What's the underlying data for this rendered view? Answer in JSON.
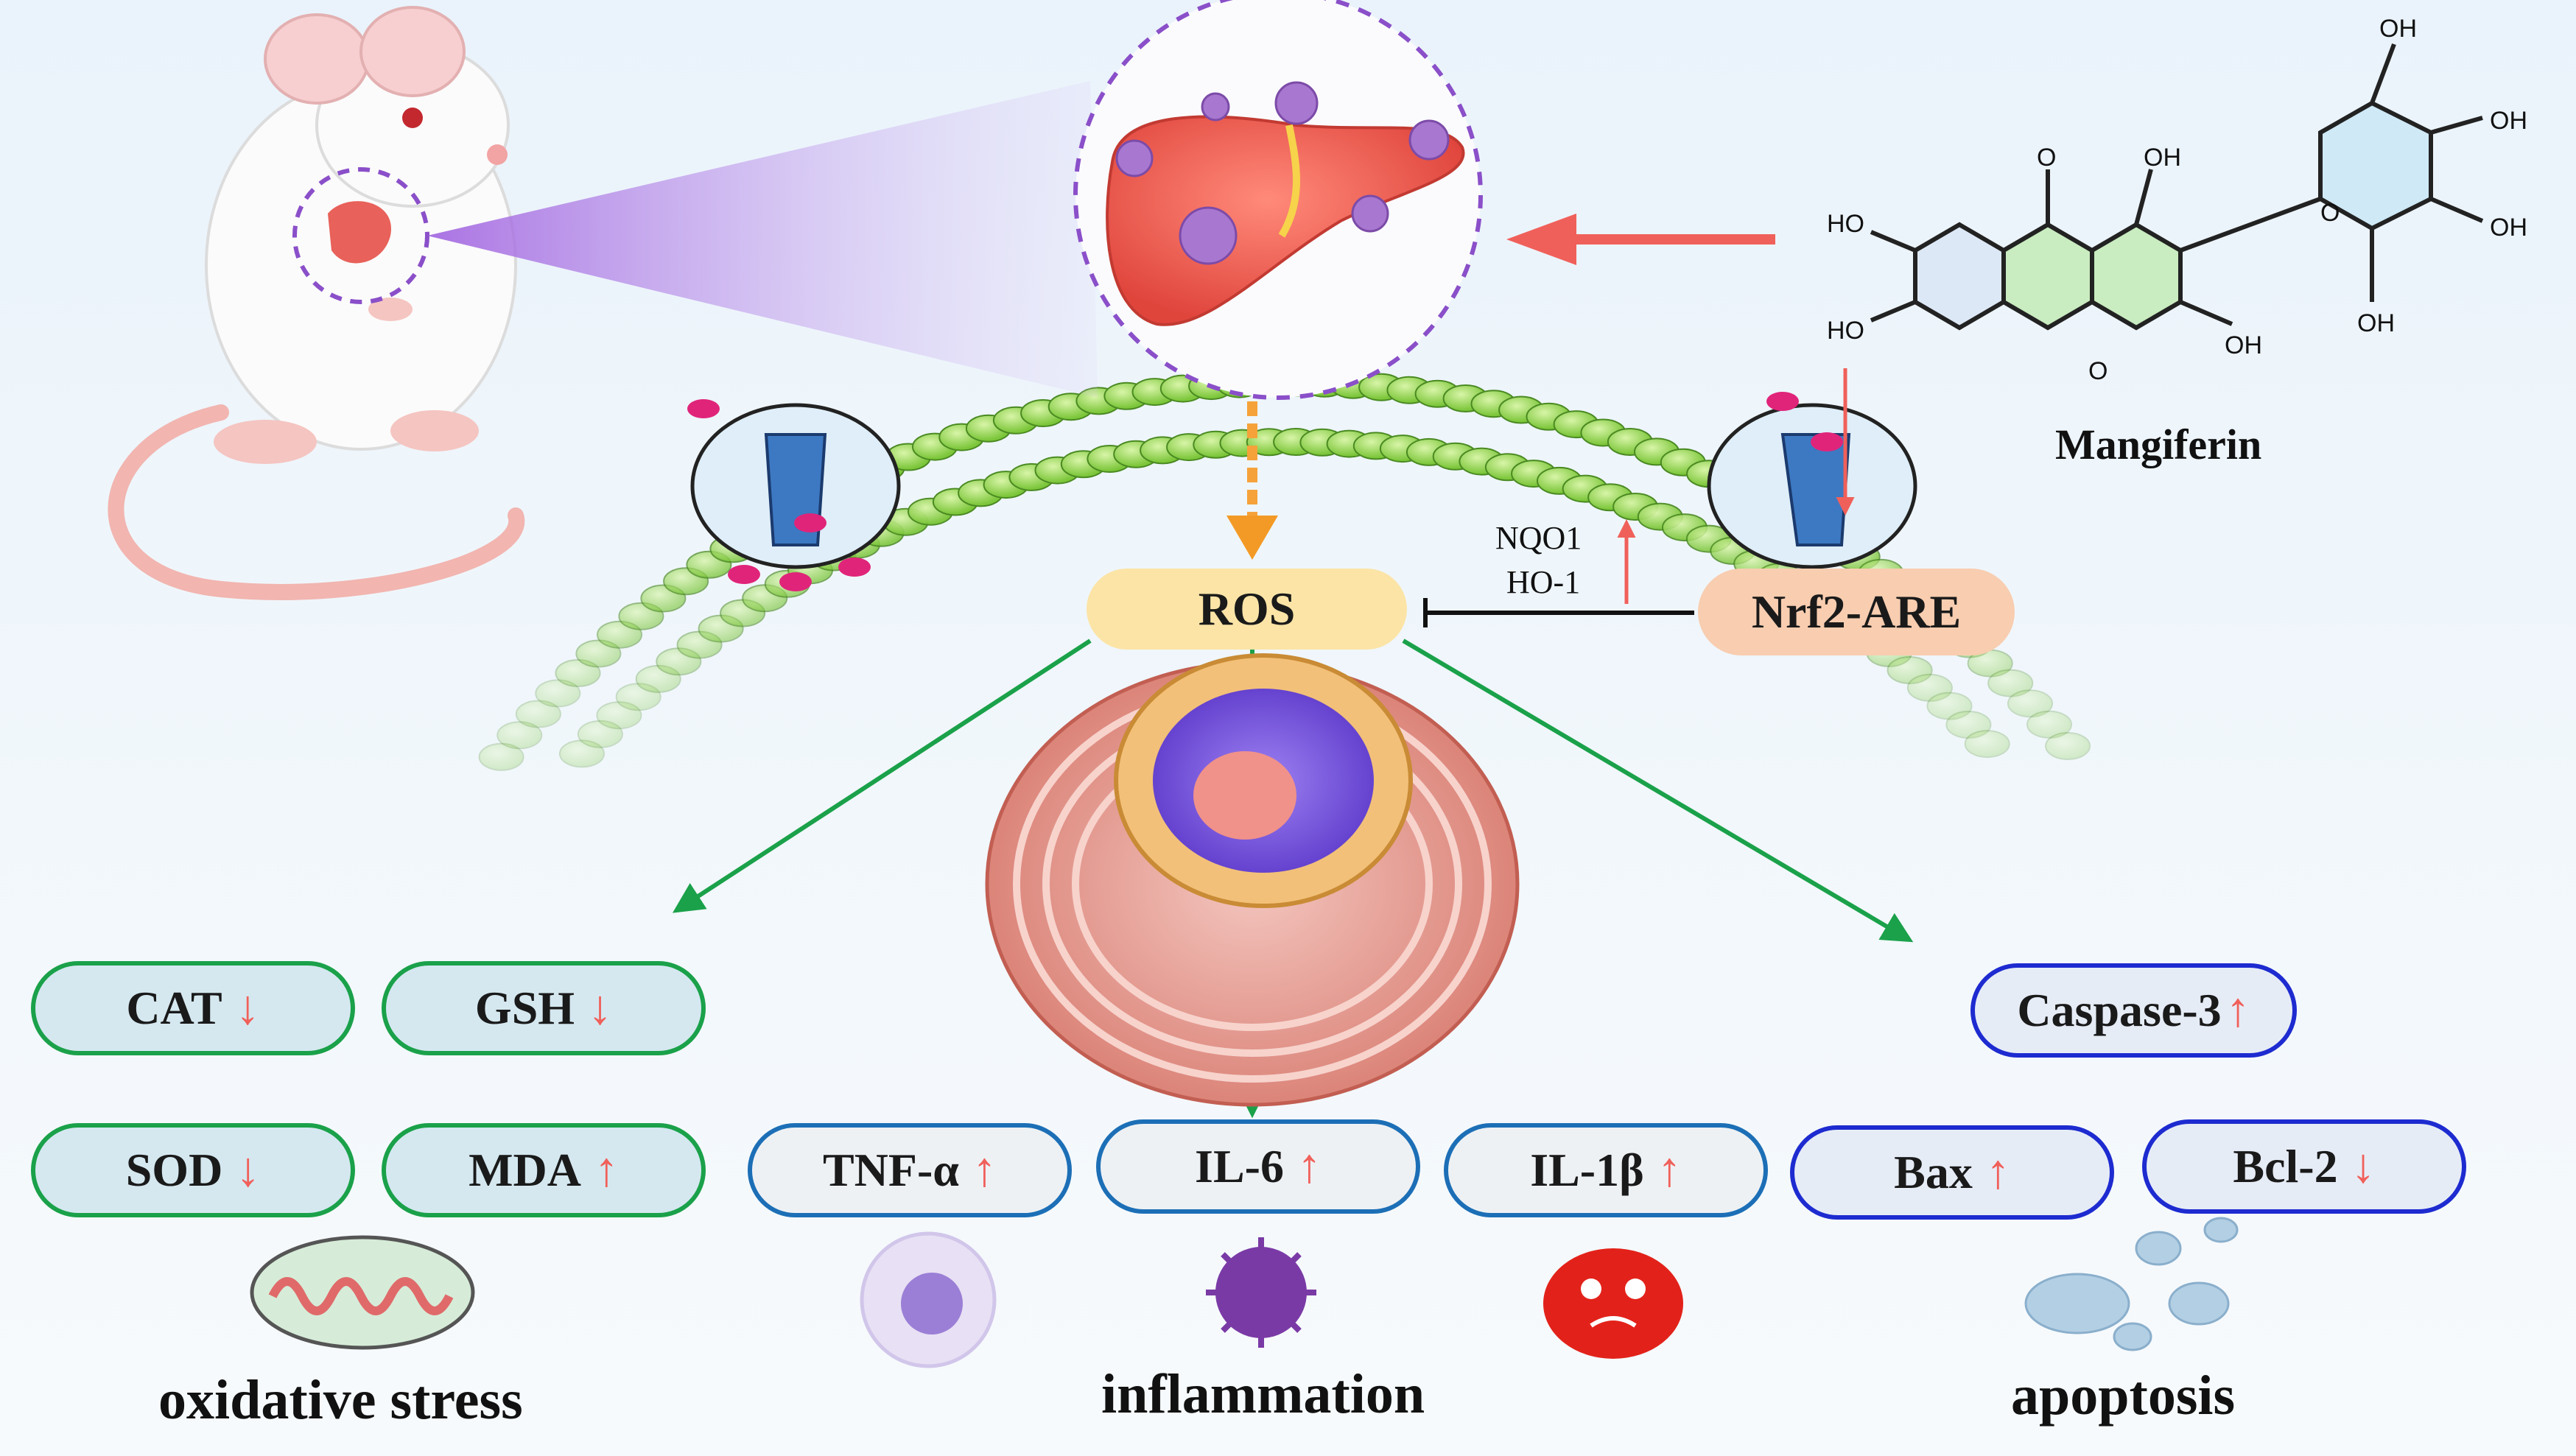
{
  "compound": {
    "name": "Mangiferin"
  },
  "molecule_labels": [
    "O",
    "OH",
    "HO",
    "HO",
    "O",
    "OH",
    "OH",
    "OH",
    "OH",
    "OH",
    "O"
  ],
  "central": {
    "ros": "ROS",
    "nrf2": "Nrf2-ARE",
    "nqo1": "NQO1",
    "ho1": "HO-1"
  },
  "oxidative": {
    "title": "oxidative stress",
    "markers": [
      {
        "label": "CAT",
        "arrow": "↓"
      },
      {
        "label": "GSH",
        "arrow": "↓"
      },
      {
        "label": "SOD",
        "arrow": "↓"
      },
      {
        "label": "MDA",
        "arrow": "↑"
      }
    ]
  },
  "inflammation": {
    "title": "inflammation",
    "markers": [
      {
        "label": "TNF-α",
        "arrow": "↑"
      },
      {
        "label": "IL-6",
        "arrow": "↑"
      },
      {
        "label": "IL-1β",
        "arrow": "↑"
      }
    ]
  },
  "apoptosis": {
    "title": "apoptosis",
    "markers": [
      {
        "label": "Caspase-3",
        "arrow": "↑"
      },
      {
        "label": "Bax",
        "arrow": "↑"
      },
      {
        "label": "Bcl-2",
        "arrow": "↓"
      }
    ]
  },
  "colors": {
    "green_border": "#1aa14a",
    "blue_border": "#1c6fb6",
    "navy_border": "#1d2bd0",
    "arrow_red": "#f0605a",
    "ros_fill": "#fbe4a6",
    "nrf2_fill": "#f8cdb0"
  }
}
